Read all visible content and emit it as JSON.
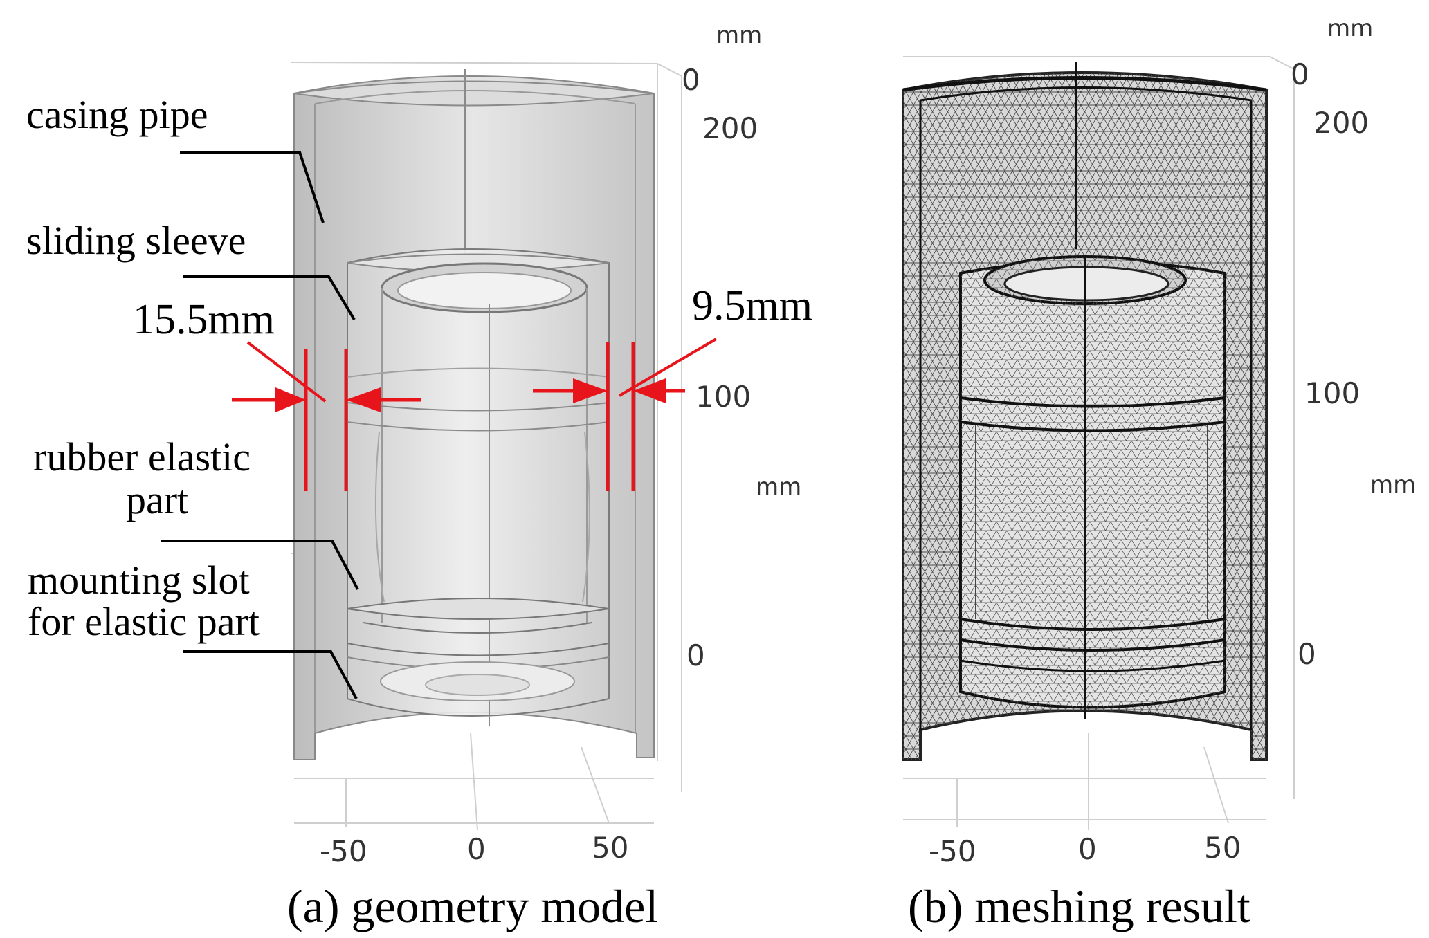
{
  "panel_a": {
    "labels": {
      "casing_pipe": "casing pipe",
      "sliding_sleeve": "sliding sleeve",
      "rubber_elastic_1": "rubber elastic",
      "rubber_elastic_2": "part",
      "mounting_slot_1": "mounting slot",
      "mounting_slot_2": "for elastic part"
    },
    "dimensions": {
      "left_gap": "15.5mm",
      "right_gap": "9.5mm"
    },
    "axis": {
      "unit_top": "mm",
      "unit_right": "mm",
      "z_ticks": [
        "0",
        "200",
        "100",
        "0"
      ],
      "x_ticks": [
        "-50",
        "0",
        "50"
      ]
    },
    "caption": "(a) geometry model"
  },
  "panel_b": {
    "axis": {
      "unit_top": "mm",
      "unit_right": "mm",
      "z_ticks": [
        "0",
        "200",
        "100",
        "0"
      ],
      "x_ticks": [
        "-50",
        "0",
        "50"
      ]
    },
    "caption": "(b) meshing result"
  },
  "colors": {
    "annotation_red": "#e8141b",
    "body_gray": "#d4d4d4",
    "mesh_dark": "#3a3a3a"
  }
}
